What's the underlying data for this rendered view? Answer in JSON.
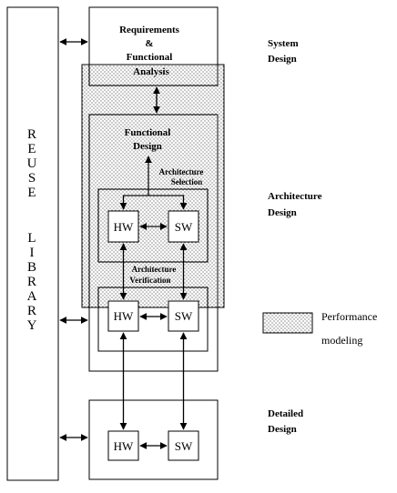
{
  "reuse_library": {
    "word1": [
      "R",
      "E",
      "U",
      "S",
      "E"
    ],
    "word2": [
      "L",
      "I",
      "B",
      "R",
      "A",
      "R",
      "Y"
    ]
  },
  "requirements": {
    "line1": "Requirements",
    "line2": "&",
    "line3": "Functional",
    "line4": "Analysis"
  },
  "functional_design": {
    "line1": "Functional",
    "line2": "Design"
  },
  "architecture_selection": {
    "line1": "Architecture",
    "line2": "Selection"
  },
  "architecture_verification": {
    "line1": "Architecture",
    "line2": "Verification"
  },
  "hw_label": "HW",
  "sw_label": "SW",
  "phases": {
    "system": {
      "line1": "System",
      "line2": "Design"
    },
    "architecture": {
      "line1": "Architecture",
      "line2": "Design"
    },
    "detailed": {
      "line1": "Detailed",
      "line2": "Design"
    }
  },
  "legend": {
    "line1": "Performance",
    "line2": "modeling"
  }
}
